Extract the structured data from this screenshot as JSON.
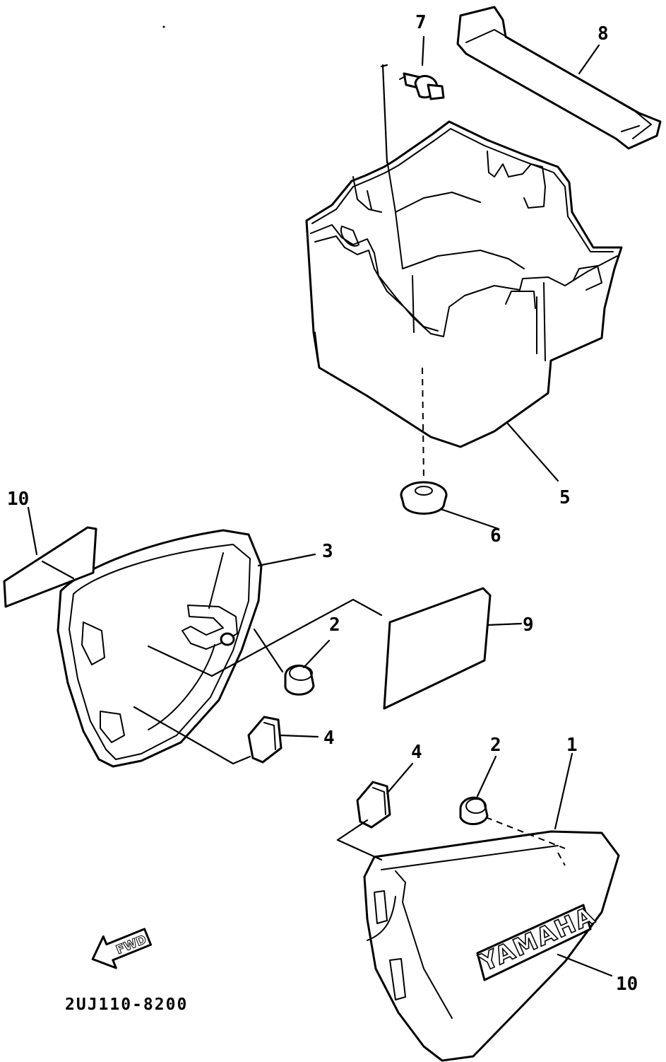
{
  "diagram": {
    "drawing_code": "2UJ110-8200",
    "direction_label": "FWD",
    "logo_text": "YAMAHA",
    "callouts": {
      "side_cover_right": "1",
      "damper_a": "2",
      "damper_b": "2",
      "side_cover_left": "3",
      "damper_small_a": "4",
      "damper_small_b": "4",
      "battery_box": "5",
      "damper_bottom": "6",
      "bolt": "7",
      "battery_band": "8",
      "sheet": "9",
      "emblem_left": "10",
      "emblem_right": "10"
    }
  }
}
